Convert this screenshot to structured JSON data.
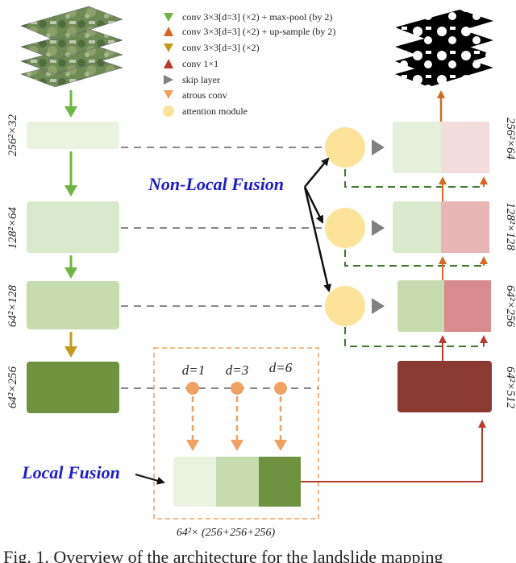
{
  "legend": {
    "items": [
      {
        "icon": "green-down-triangle",
        "color": "#6fb544",
        "label": "conv 3×3[d=3] (×2) + max-pool (by 2)"
      },
      {
        "icon": "orange-up-triangle",
        "color": "#d5691f",
        "label": "conv 3×3[d=3] (×2) + up-sample (by 2)"
      },
      {
        "icon": "gold-down-triangle",
        "color": "#c49a1c",
        "label": "conv 3×3[d=3] (×2)"
      },
      {
        "icon": "red-up-triangle",
        "color": "#b83a2c",
        "label": "conv 1×1"
      },
      {
        "icon": "gray-right-triangle",
        "color": "#808080",
        "label": "skip layer"
      },
      {
        "icon": "orange-down-triangle",
        "color": "#f0a060",
        "label": "atrous conv"
      },
      {
        "icon": "yellow-circle",
        "color": "#fde29a",
        "label": "attention module"
      }
    ]
  },
  "encoder": {
    "dims": [
      "256²×32",
      "128²×64",
      "64²×128",
      "64²×256"
    ],
    "colors": [
      "#eaf2e0",
      "#d9e9cc",
      "#c6dcae",
      "#6e9240"
    ]
  },
  "decoder": {
    "dims": [
      "256²×64",
      "128²×128",
      "64²×256",
      "64²×512"
    ],
    "left_colors": [
      "#e5f0dc",
      "#d9e9cc",
      "#c6dcae"
    ],
    "right_colors": [
      "#f3dcdc",
      "#e9b6b8",
      "#d88a8c"
    ],
    "bottom_color": "#8b3a32"
  },
  "atrous": {
    "labels": [
      "d=1",
      "d=3",
      "d=6"
    ],
    "output_colors": [
      "#eaf2e0",
      "#c6dcae",
      "#6e9240"
    ],
    "caption": "64²×  (256+256+256)"
  },
  "labels": {
    "non_local": "Non-Local Fusion",
    "local": "Local Fusion"
  },
  "caption": "Fig. 1. Overview of the architecture for the landslide mapping"
}
